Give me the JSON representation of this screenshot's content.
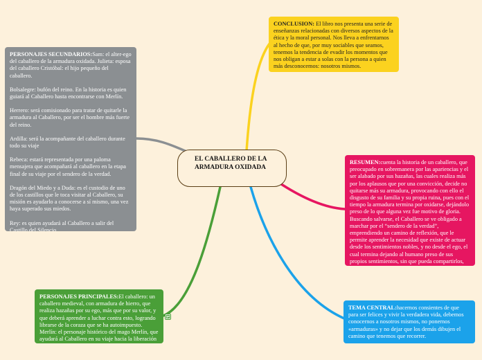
{
  "central_topic": {
    "title": "EL CABALLERO DE LA ARMADURA OXIDADA"
  },
  "conclusion": {
    "label": "CONCLUSION:",
    "text": " El libro nos presenta una serie de enseñanzas relacionadas con diversos aspectos de la ética y la moral personal. Nos lleva a enfrentarnos al hecho de que, por muy sociables que seamos, tenemos la tendencia de evadir los momentos que nos obligan a estar a solas con la persona a quien más desconocemos: nosotros mismos."
  },
  "personajes_secundarios": {
    "label": "PERSONAJES SECUNDARIOS:",
    "intro": "Sam: el alter-ego del caballero de la armadura oxidada. Julieta: esposa del caballero Cristóbal: el hijo pequeño del caballero.",
    "paragraphs": [
      "Bolsalegre: bufón del reino. En la historia es quien guiará al Caballero hasta encontrarse con Merlín.",
      "Herrero: será comisionado para tratar de quitarle la armadura al Caballero, por ser el hombre más fuerte del reino.",
      "Ardilla: será la acompañante del caballero durante todo su viaje",
      "Rebeca: estará representada por una paloma mensajera que acompañará al caballero en la etapa final de su viaje por el sendero de la verdad.",
      "Dragón del Miedo y a Duda: es el custodio de uno de los castillos que le toca visitar al Caballero, su misión es ayudarlo a conocerse a sí mismo, una vez haya superado sus miedos.",
      "Rey: es quien ayudará al Caballero a salir del Castillo del Silencio."
    ]
  },
  "resumen": {
    "label": "RESUMEN:",
    "text": "cuenta la historia de un caballero, que preocupado en sobremanera por las apariencias y el ser alabado por sus hazañas, las cuales realiza más por los aplausos que por una convicción, decide no quitarse más su armadura, provocando con ello el disgusto de su familia y su propia ruina, pues con el tiempo la armadura termina por oxidarse, dejándolo preso de lo que alguna vez fue motivo de gloria. Buscando salvarse, el Caballero se ve obligado a marchar por el “sendero de la verdad”, emprendiendo un camino de reflexión, que le permite aprender la necesidad que existe de actuar desde los sentimientos nobles, y no desde el ego, el cual termina dejando al humano preso de sus propios sentimientos, sin que pueda compartirlos, por miedo al qué dirán."
  },
  "tema_central": {
    "label": "TEMA CENTRAL:",
    "text": "hacernos consientes de que para ser felices y vivir la verdadera vida, debemos conocernos a nosotros mismos, no ponernos «armaduras» y no dejar que los demás dibujen el camino que tenemos que recorrer."
  },
  "personajes_principales": {
    "label": "PERSONAJES PRINCIPALES:",
    "text": "El caballero: un caballero medieval, con armadura de hierro, que realiza hazañas por su ego, más que por su valor, y que deberá aprender a luchar contra esto, logrando librarse de la coraza que se ha autoimpuesto. Merlín: el personaje histórico del mago Merlín, que ayudará al Caballero en su viaje hacia la liberación"
  },
  "colors": {
    "background": "#fdf1dc",
    "central_border": "#5a3d14",
    "conclusion": "#fbd21f",
    "secundarios": "#8b8f92",
    "resumen": "#e61661",
    "tema_central": "#1ba2ea",
    "principales": "#4a9f38"
  },
  "icons": {
    "principales_note": "note-icon"
  }
}
